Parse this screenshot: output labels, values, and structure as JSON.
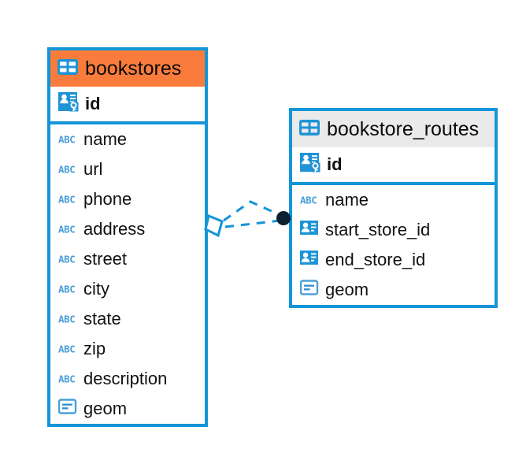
{
  "diagram": {
    "type": "entity-relationship-diagram",
    "background": "#ffffff",
    "colors": {
      "edge_blue": "#1395d8",
      "header_orange": "#f97c3c",
      "header_gray": "#eaeaea",
      "icon_blue": "#1e93d6",
      "abc_blue": "#4a9fd8",
      "connector_blue": "#1395d8",
      "endpoint_dark": "#0b2030"
    }
  },
  "tables": [
    {
      "name": "bookstores",
      "header_icon": "table-grid-icon",
      "header_style": "orange",
      "primary_key": {
        "name": "id",
        "icon": "primary-key-icon"
      },
      "fields": [
        {
          "name": "name",
          "icon": "abc-text-icon"
        },
        {
          "name": "url",
          "icon": "abc-text-icon"
        },
        {
          "name": "phone",
          "icon": "abc-text-icon"
        },
        {
          "name": "address",
          "icon": "abc-text-icon"
        },
        {
          "name": "street",
          "icon": "abc-text-icon"
        },
        {
          "name": "city",
          "icon": "abc-text-icon"
        },
        {
          "name": "state",
          "icon": "abc-text-icon"
        },
        {
          "name": "zip",
          "icon": "abc-text-icon"
        },
        {
          "name": "description",
          "icon": "abc-text-icon"
        },
        {
          "name": "geom",
          "icon": "geometry-icon"
        }
      ]
    },
    {
      "name": "bookstore_routes",
      "header_icon": "table-grid-icon",
      "header_style": "gray",
      "primary_key": {
        "name": "id",
        "icon": "primary-key-icon"
      },
      "fields": [
        {
          "name": "name",
          "icon": "abc-text-icon"
        },
        {
          "name": "start_store_id",
          "icon": "foreign-key-icon"
        },
        {
          "name": "end_store_id",
          "icon": "foreign-key-icon"
        },
        {
          "name": "geom",
          "icon": "geometry-icon"
        }
      ]
    }
  ],
  "relationship": {
    "style": "dashed",
    "source_marker": "open-diamond",
    "target_marker": "filled-circle",
    "branches": 2
  },
  "icon_glyphs": {
    "abc_text": "ABC"
  }
}
